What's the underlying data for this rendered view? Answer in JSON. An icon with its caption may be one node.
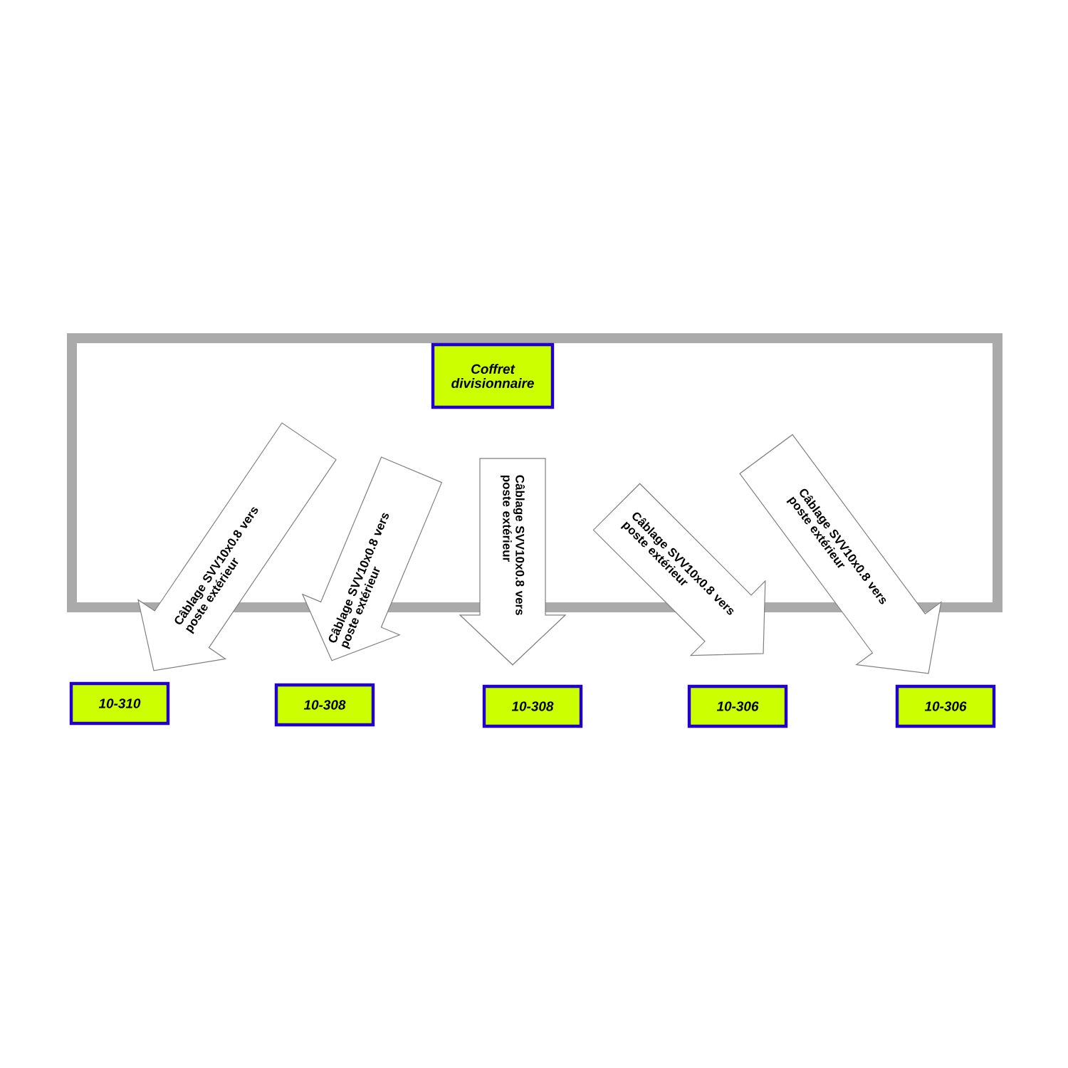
{
  "diagram": {
    "nodes": [
      {
        "text": [],
        "shape": "box"
      },
      {
        "text": [
          "Coffret divisionnaire"
        ],
        "in": 0
      },
      {
        "text": [
          "10-310"
        ]
      },
      {
        "text": [
          "10-308"
        ]
      },
      {
        "text": [
          "10-308"
        ]
      },
      {
        "text": [
          "10-306"
        ]
      },
      {
        "text": [
          "10-306"
        ]
      }
    ],
    "edges": [
      {
        "from": null,
        "to": 2,
        "arrow": "to",
        "label": "Câblage SVV10x0.8 vers poste extérieur"
      },
      {
        "from": null,
        "to": 3,
        "arrow": "to",
        "label": "Câblage SVV10x0.8 vers poste extérieur"
      },
      {
        "from": null,
        "to": 4,
        "arrow": "to",
        "label": "Câblage SVV10x0.8 vers poste extérieur"
      },
      {
        "from": null,
        "to": 5,
        "arrow": "to",
        "label": "Câblage SVV10x0.8 vers poste extérieur"
      },
      {
        "from": null,
        "to": 6,
        "arrow": "to",
        "label": "Câblage SVV10x0.8 vers poste extérieur"
      }
    ]
  }
}
